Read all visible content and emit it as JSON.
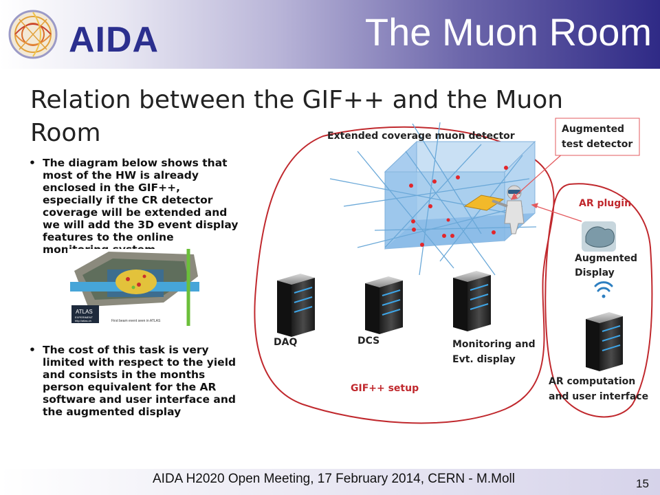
{
  "header": {
    "logo_text": "AIDA",
    "slide_title": "The Muon Room"
  },
  "heading": "Relation between the GIF++ and the Muon Room",
  "bullets": [
    {
      "text": "The diagram below shows that most of the HW is already enclosed in the GIF++, especially if the CR detector coverage will be extended and we will add the 3D event display features to the online monitoring system."
    },
    {
      "text": "The cost of this task is very limited with respect to the yield and consists in the months person equivalent for the AR software and user interface and the augmented display"
    }
  ],
  "atlas_image": {
    "logo_text": "ATLAS",
    "sub_text": "EXPERIMENT",
    "url": "http://atlas.ch",
    "caption": "First beam event seen in ATLAS"
  },
  "diagram": {
    "detector_label": "Extended coverage muon detector",
    "augmented_box": {
      "line1": "Augmented",
      "line2": "test detector"
    },
    "ar_plugin": "AR plugin",
    "augmented_display": {
      "line1": "Augmented",
      "line2": "Display"
    },
    "servers": [
      {
        "label_line1": "DAQ",
        "label_line2": ""
      },
      {
        "label_line1": "DCS",
        "label_line2": ""
      },
      {
        "label_line1": "Monitoring and",
        "label_line2": "Evt. display"
      },
      {
        "label_line1": "AR computation",
        "label_line2": "and user interface"
      }
    ],
    "gif_setup": "GIF++ setup",
    "colors": {
      "setup_outline": "#c0282d",
      "detector_fill": "#9cc7ec",
      "hits": "#e2262b",
      "tracks": "#6aa8d8"
    }
  },
  "footer": {
    "text": "AIDA H2020 Open Meeting, 17 February 2014, CERN - M.Moll",
    "page": "15"
  }
}
